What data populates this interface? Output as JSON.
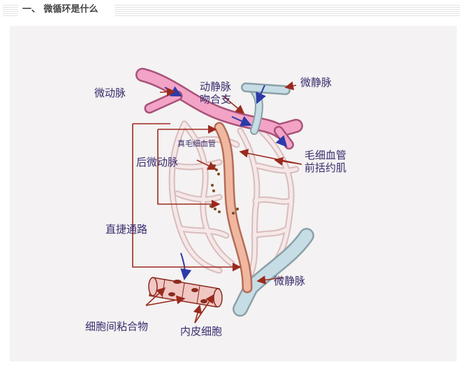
{
  "header": {
    "section_title": "一、 微循环是什么"
  },
  "diagram": {
    "labels": {
      "arteriole": "微动脉",
      "av_anastomosis_line1": "动静脉",
      "av_anastomosis_line2": "吻合支",
      "venule_top": "微静脉",
      "true_capillary": "真毛细血管",
      "precap_sphincter_line1": "毛细血管",
      "precap_sphincter_line2": "前括约肌",
      "metarteriole": "后微动脉",
      "thoroughfare_channel": "直捷通路",
      "venule_bottom": "微静脉",
      "intercellular_cement": "细胞间粘合物",
      "endothelial_cell": "内皮细胞"
    },
    "colors": {
      "artery": "#f2a3c6",
      "vein": "#c6dde6",
      "metarteriole": "#f0b8a0",
      "capillary": "#f3dcdc",
      "label": "#3a2c6e",
      "leader_line": "#9b2a1e",
      "flow_arrow": "#2c3aa8"
    }
  }
}
